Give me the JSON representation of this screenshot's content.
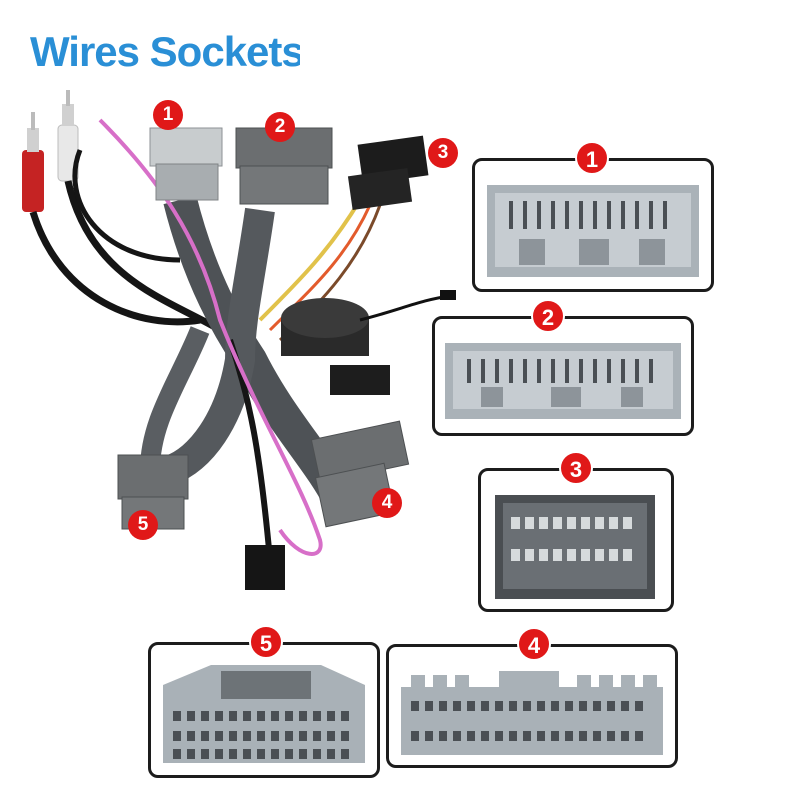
{
  "title": "Wires Sockets",
  "harness_labels": {
    "l1": "1",
    "l2": "2",
    "l3": "3",
    "l4": "4",
    "l5": "5"
  },
  "panels": [
    {
      "id": "1",
      "label": "1"
    },
    {
      "id": "2",
      "label": "2"
    },
    {
      "id": "3",
      "label": "3"
    },
    {
      "id": "4",
      "label": "4"
    },
    {
      "id": "5",
      "label": "5"
    }
  ],
  "colors": {
    "title": "#2a8fd6",
    "badge": "#e01818",
    "connector": "#6b6e70",
    "socket": "#a9b1b7",
    "wire": "#3c3c3c"
  }
}
